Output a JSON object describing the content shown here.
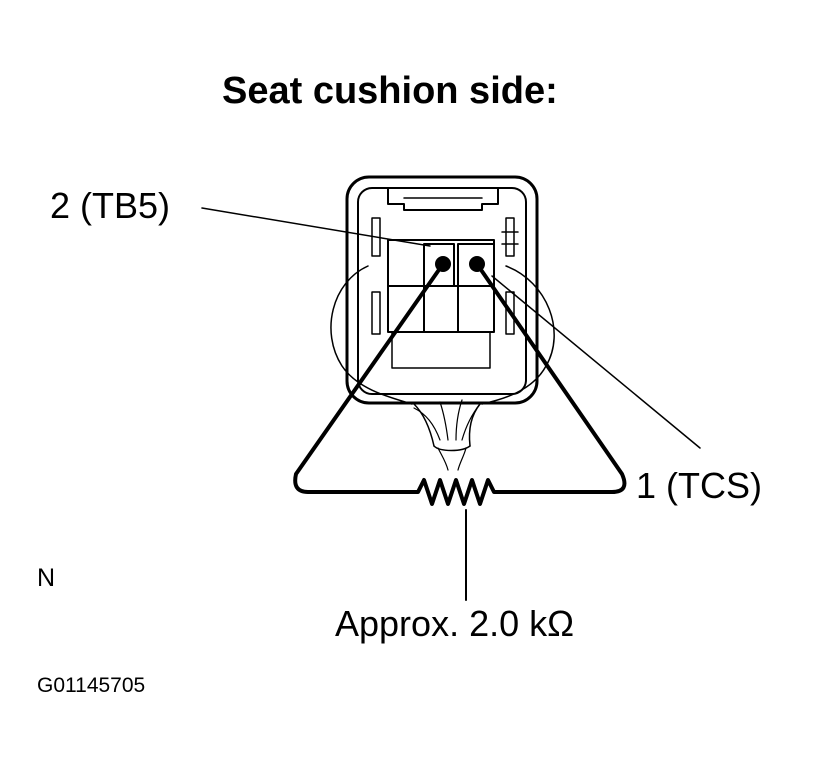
{
  "title": "Seat cushion side:",
  "terminals": {
    "tb5": "2 (TB5)",
    "tcs": "1 (TCS)"
  },
  "resistor_label": "Approx. 2.0 kΩ",
  "corner_mark": "N",
  "figure_code": "G01145705",
  "colors": {
    "ink": "#000000",
    "background": "#ffffff"
  }
}
